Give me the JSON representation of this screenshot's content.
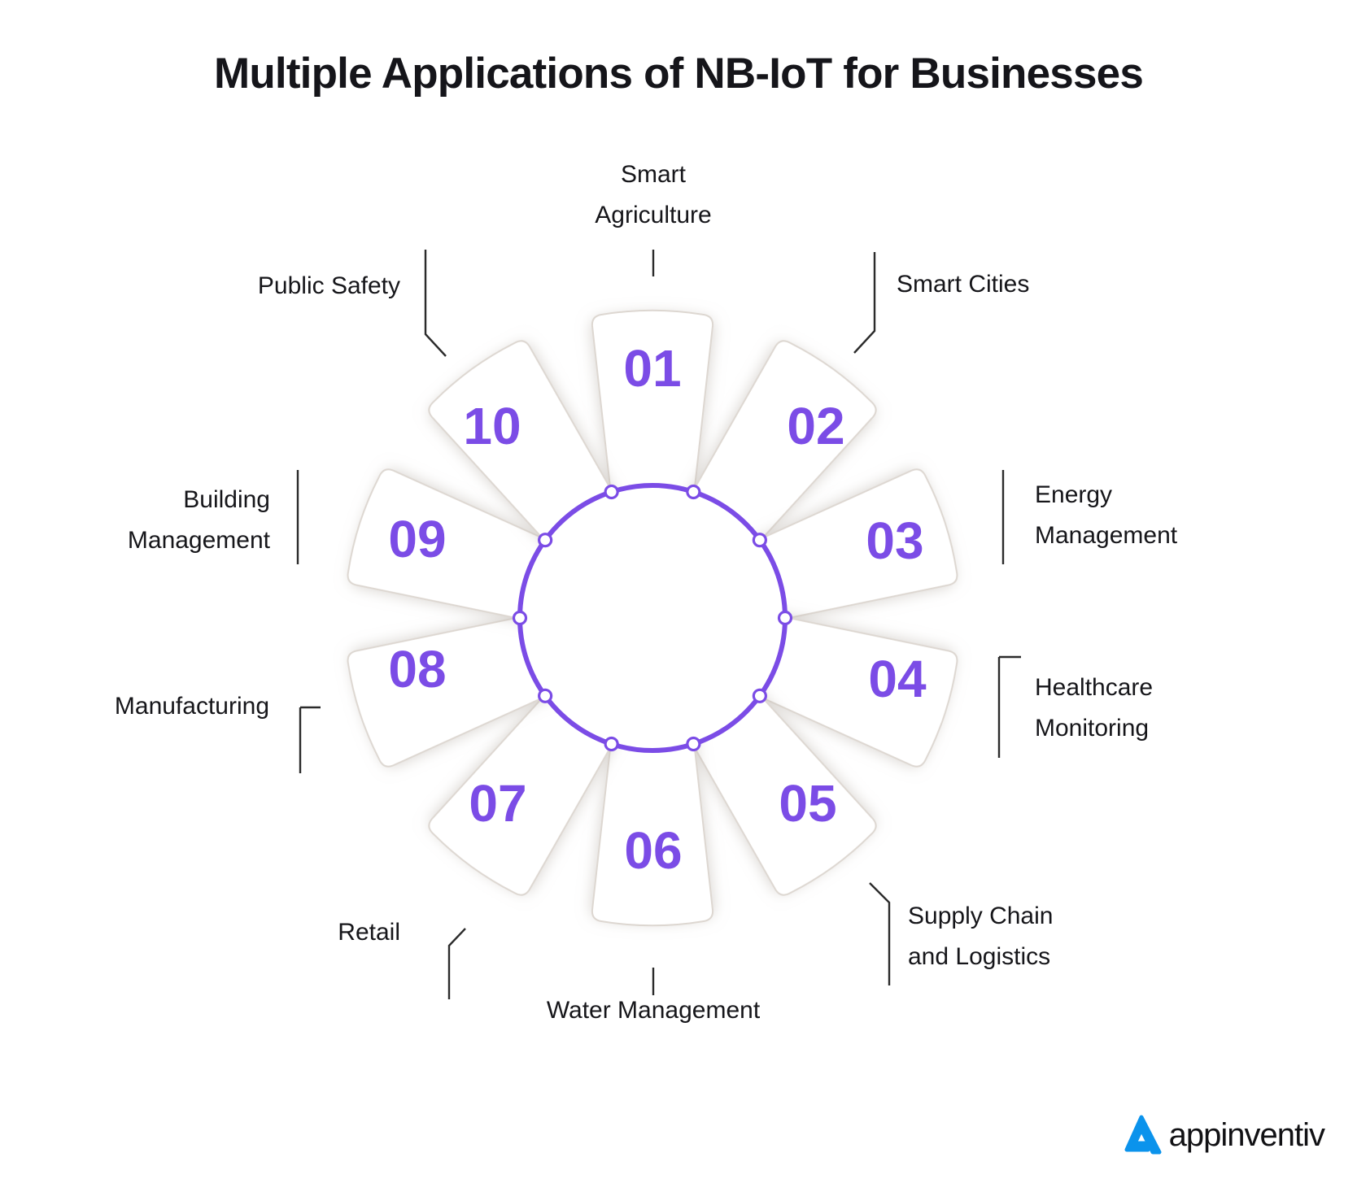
{
  "title": "Multiple Applications of NB-IoT for Businesses",
  "colors": {
    "accent_purple": "#7b4ce6",
    "segment_fill": "#ffffff",
    "segment_shadow": "#cfc9c4",
    "text_dark": "#16161a",
    "logo_blue": "#0b93ec"
  },
  "chart_data": {
    "type": "pie",
    "title": "Multiple Applications of NB-IoT for Businesses",
    "segments": 10,
    "legend_position": "around",
    "categories": [
      "Smart Agriculture",
      "Smart Cities",
      "Energy Management",
      "Healthcare Monitoring",
      "Supply Chain and Logistics",
      "Water Management",
      "Retail",
      "Manufacturing",
      "Building Management",
      "Public Safety"
    ],
    "values": [
      10,
      10,
      10,
      10,
      10,
      10,
      10,
      10,
      10,
      10
    ]
  },
  "wheel": {
    "segments": [
      {
        "number": "01",
        "label": "Smart Agriculture"
      },
      {
        "number": "02",
        "label": "Smart Cities"
      },
      {
        "number": "03",
        "label": "Energy Management"
      },
      {
        "number": "04",
        "label": "Healthcare Monitoring"
      },
      {
        "number": "05",
        "label": "Supply Chain and Logistics"
      },
      {
        "number": "06",
        "label": "Water Management"
      },
      {
        "number": "07",
        "label": "Retail"
      },
      {
        "number": "08",
        "label": "Manufacturing"
      },
      {
        "number": "09",
        "label": "Building Management"
      },
      {
        "number": "10",
        "label": "Public Safety"
      }
    ]
  },
  "labels": {
    "smart_agriculture_l1": "Smart",
    "smart_agriculture_l2": "Agriculture",
    "smart_cities_l1": "Smart Cities",
    "energy_management_l1": "Energy",
    "energy_management_l2": "Management",
    "healthcare_l1": "Healthcare",
    "healthcare_l2": "Monitoring",
    "supply_chain_l1": "Supply Chain",
    "supply_chain_l2": "and Logistics",
    "water_management_l1": "Water Management",
    "retail_l1": "Retail",
    "manufacturing_l1": "Manufacturing",
    "building_l1": "Building",
    "building_l2": "Management",
    "public_safety_l1": "Public Safety"
  },
  "numbers": {
    "n01": "01",
    "n02": "02",
    "n03": "03",
    "n04": "04",
    "n05": "05",
    "n06": "06",
    "n07": "07",
    "n08": "08",
    "n09": "09",
    "n10": "10"
  },
  "branding": {
    "logo_text": "appinventiv",
    "logo_mark": "chevron-a-icon"
  }
}
